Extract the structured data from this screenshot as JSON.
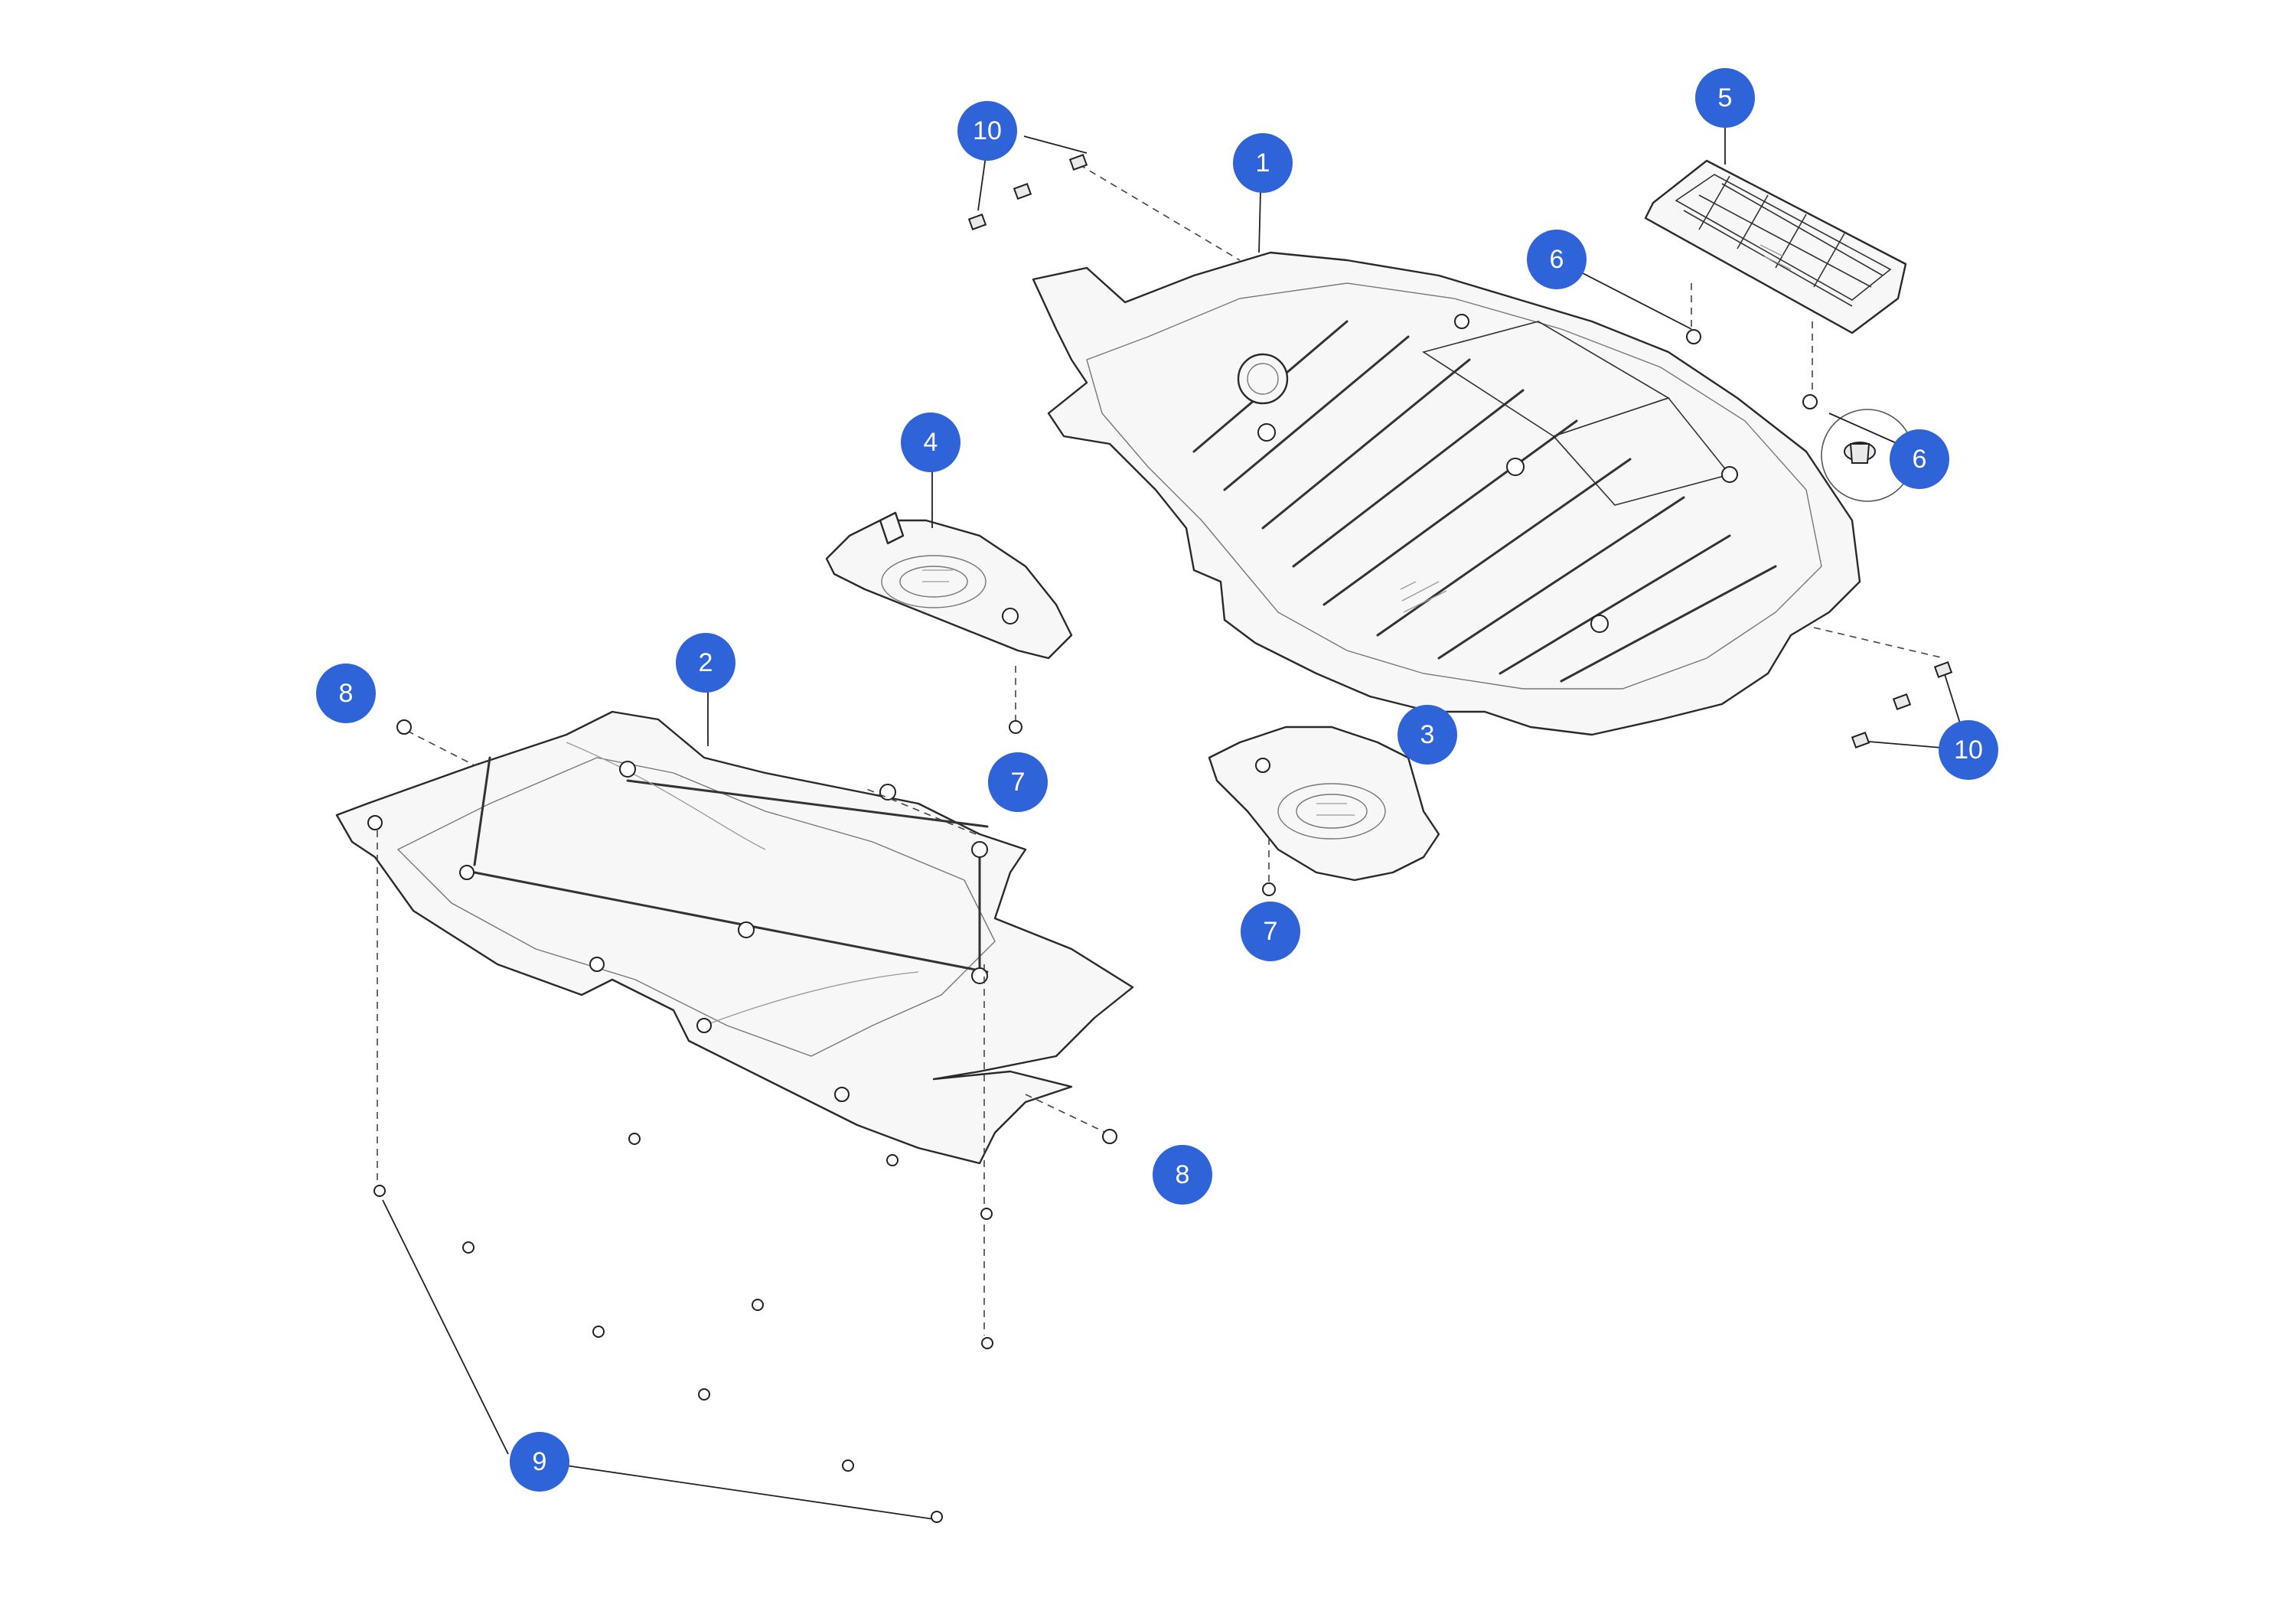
{
  "callouts": [
    {
      "id": "c1",
      "label": "1"
    },
    {
      "id": "c2",
      "label": "2"
    },
    {
      "id": "c3",
      "label": "3"
    },
    {
      "id": "c4",
      "label": "4"
    },
    {
      "id": "c5",
      "label": "5"
    },
    {
      "id": "c6a",
      "label": "6"
    },
    {
      "id": "c6b",
      "label": "6"
    },
    {
      "id": "c7a",
      "label": "7"
    },
    {
      "id": "c7b",
      "label": "7"
    },
    {
      "id": "c8a",
      "label": "8"
    },
    {
      "id": "c8b",
      "label": "8"
    },
    {
      "id": "c9",
      "label": "9"
    },
    {
      "id": "c10a",
      "label": "10"
    },
    {
      "id": "c10b",
      "label": "10"
    }
  ],
  "colors": {
    "callout_fill": "#2f63d8",
    "callout_text": "#ffffff",
    "line_art": "#2a2a2a"
  }
}
